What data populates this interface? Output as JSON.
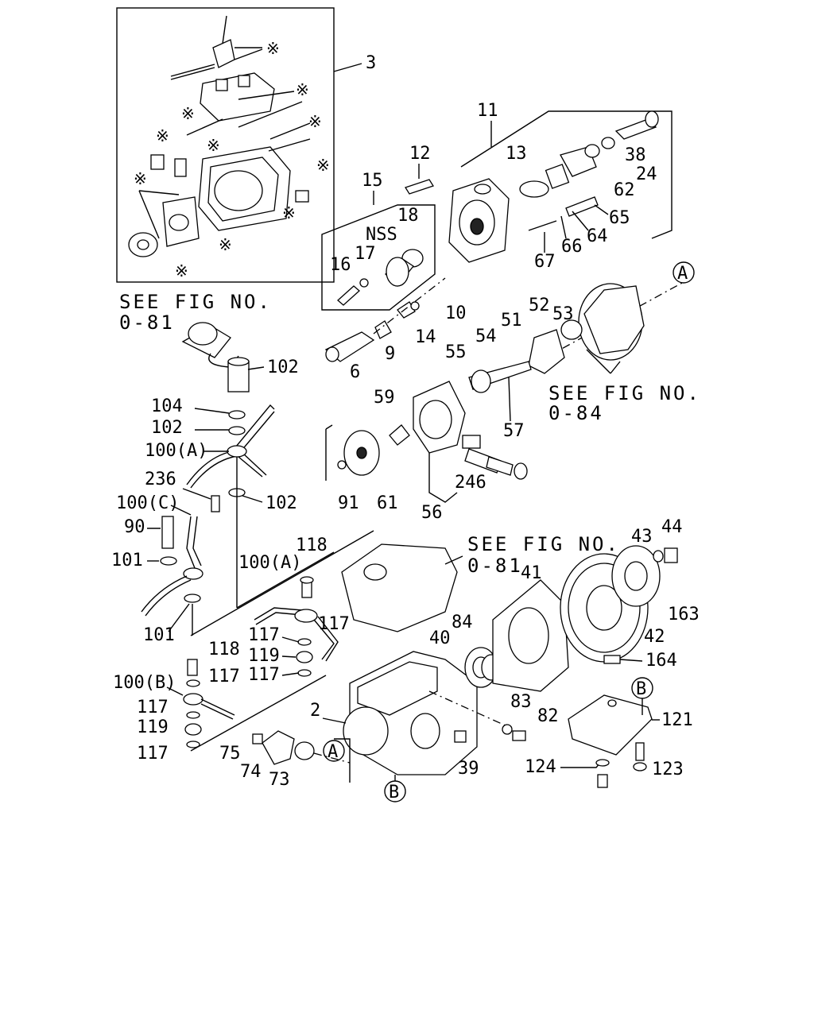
{
  "parts": {
    "p3": "3",
    "p11": "11",
    "p12": "12",
    "p13": "13",
    "p15": "15",
    "p16": "16",
    "p17": "17",
    "p18": "18",
    "nss": "NSS",
    "p38": "38",
    "p24": "24",
    "p62": "62",
    "p65": "65",
    "p64": "64",
    "p66": "66",
    "p67": "67",
    "p10": "10",
    "p14": "14",
    "p9": "9",
    "p6": "6",
    "p102a": "102",
    "p104": "104",
    "p102b": "102",
    "p100a1": "100(A)",
    "p102c": "102",
    "p236": "236",
    "p100c": "100(C)",
    "p90": "90",
    "p101a": "101",
    "p101b": "101",
    "p52": "52",
    "p53": "53",
    "p51": "51",
    "p54": "54",
    "p55": "55",
    "p59": "59",
    "p57": "57",
    "p56": "56",
    "p246": "246",
    "p61": "61",
    "p91": "91",
    "p118a": "118",
    "p100a2": "100(A)",
    "p117a": "117",
    "p117b": "117",
    "p119a": "119",
    "p117c": "117",
    "p118b": "118",
    "p117d": "117",
    "p100b": "100(B)",
    "p117e": "117",
    "p119b": "119",
    "p117f": "117",
    "p43": "43",
    "p44": "44",
    "p41": "41",
    "p163": "163",
    "p42": "42",
    "p164": "164",
    "p40": "40",
    "p84": "84",
    "p2": "2",
    "p75": "75",
    "p74": "74",
    "p73": "73",
    "p39": "39",
    "p83": "83",
    "p82": "82",
    "p121": "121",
    "p123": "123",
    "p124": "124"
  },
  "refs": {
    "see_081_top": "SEE FIG NO.",
    "see_081_top_num": "0-81",
    "see_084": "SEE FIG NO.",
    "see_084_num": "0-84",
    "see_081_mid": "SEE FIG NO.",
    "see_081_mid_num": "0-81"
  },
  "markers": {
    "a": "A",
    "b": "B",
    "asterisk": "※"
  }
}
